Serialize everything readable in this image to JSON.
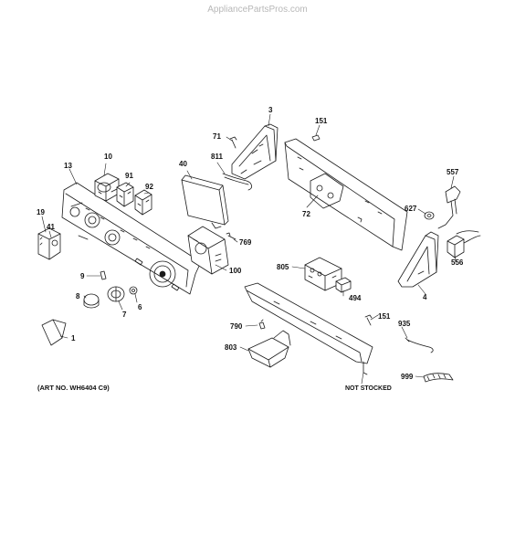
{
  "watermark": "AppliancePartsPros.com",
  "art_number": "(ART NO. WH6404 C9)",
  "not_stocked": "NOT STOCKED",
  "callouts": {
    "c1": "1",
    "c3": "3",
    "c4": "4",
    "c6": "6",
    "c7": "7",
    "c8": "8",
    "c9": "9",
    "c10": "10",
    "c13": "13",
    "c19": "19",
    "c40": "40",
    "c41": "41",
    "c71": "71",
    "c72": "72",
    "c91": "91",
    "c92": "92",
    "c100": "100",
    "c151a": "151",
    "c151b": "151",
    "c494": "494",
    "c556": "556",
    "c557": "557",
    "c627": "627",
    "c769": "769",
    "c790": "790",
    "c803": "803",
    "c805": "805",
    "c811": "811",
    "c935": "935",
    "c999": "999"
  }
}
